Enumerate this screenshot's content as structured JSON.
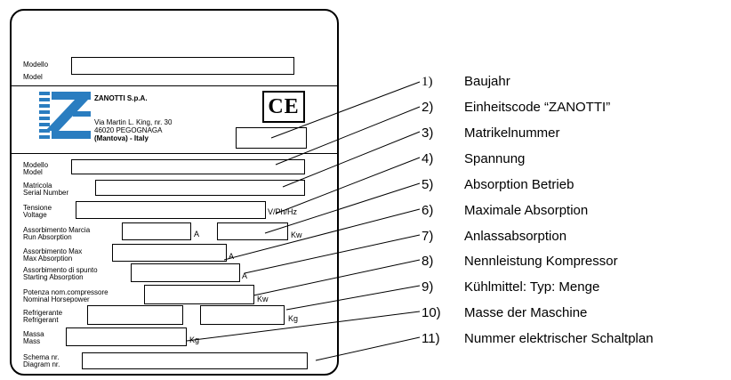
{
  "plate": {
    "top_label_1": "Modello",
    "top_label_2": "Model",
    "company": "ZANOTTI S.p.A.",
    "address_1": "Via Martin L. King, nr. 30",
    "address_2": "46020 PEGOGNAGA",
    "address_3": "(Mantova) - Italy",
    "ce_mark": "CE",
    "rows": [
      {
        "l1": "Modello",
        "l2": "Model"
      },
      {
        "l1": "Matricola",
        "l2": "Serial Number"
      },
      {
        "l1": "Tensione",
        "l2": "Voltage",
        "unit": "V/Ph/Hz"
      },
      {
        "l1": "Assorbimento Marcia",
        "l2": "Run Absorption",
        "unit": "A",
        "unit2": "Kw"
      },
      {
        "l1": "Assorbimento Max",
        "l2": "Max Absorption",
        "unit": "A"
      },
      {
        "l1": "Assorbimento di spunto",
        "l2": "Starting Absorption",
        "unit": "A"
      },
      {
        "l1": "Potenza nom.compressore",
        "l2": "Nominal Horsepower",
        "unit": "Kw"
      },
      {
        "l1": "Refrigerante",
        "l2": "Refrigerant",
        "unit": "Kg"
      },
      {
        "l1": "Massa",
        "l2": "Mass",
        "unit": "Kg"
      },
      {
        "l1": "Schema nr.",
        "l2": "Diagram nr."
      }
    ]
  },
  "legend": [
    {
      "num": "1)",
      "text": "Baujahr"
    },
    {
      "num": "2)",
      "text": "Einheitscode “ZANOTTI”"
    },
    {
      "num": "3)",
      "text": "Matrikelnummer"
    },
    {
      "num": "4)",
      "text": "Spannung"
    },
    {
      "num": "5)",
      "text": "Absorption Betrieb"
    },
    {
      "num": "6)",
      "text": "Maximale Absorption"
    },
    {
      "num": "7)",
      "text": "Anlassabsorption"
    },
    {
      "num": "8)",
      "text": "Nennleistung Kompressor"
    },
    {
      "num": "9)",
      "text": "Kühlmittel: Typ: Menge"
    },
    {
      "num": "10)",
      "text": "Masse der Maschine"
    },
    {
      "num": "11)",
      "text": "Nummer elektrischer Schaltplan"
    }
  ]
}
